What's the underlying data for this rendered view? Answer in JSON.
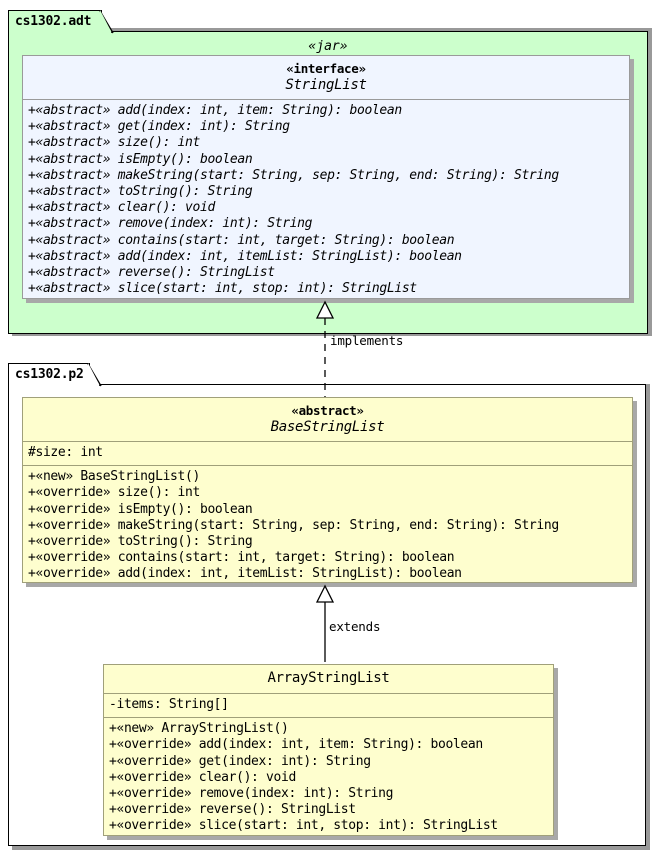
{
  "diagram": {
    "type": "uml-class-diagram",
    "colors": {
      "package_green": "#CCFFCC",
      "package_white": "#FFFFFF",
      "interface_fill": "#F0F5FF",
      "class_fill": "#FEFECE",
      "border": "#000000",
      "class_border": "#A0A07A",
      "shadow": "#999999"
    }
  },
  "packages": [
    {
      "name": "cs1302.adt",
      "stereotype": "«jar»",
      "fill": "green"
    },
    {
      "name": "cs1302.p2",
      "stereotype": "",
      "fill": "white"
    }
  ],
  "interface": {
    "stereotype": "«interface»",
    "name": "StringList",
    "methods": [
      "+«abstract» add(index: int, item: String): boolean",
      "+«abstract» get(index: int): String",
      "+«abstract» size(): int",
      "+«abstract» isEmpty(): boolean",
      "+«abstract» makeString(start: String, sep: String, end: String): String",
      "+«abstract» toString(): String",
      "+«abstract» clear(): void",
      "+«abstract» remove(index: int): String",
      "+«abstract» contains(start: int, target: String): boolean",
      "+«abstract» add(index: int, itemList: StringList): boolean",
      "+«abstract» reverse(): StringList",
      "+«abstract» slice(start: int, stop: int): StringList"
    ]
  },
  "base_class": {
    "stereotype": "«abstract»",
    "name": "BaseStringList",
    "fields": [
      "#size: int"
    ],
    "methods": [
      "+«new» BaseStringList()",
      "+«override» size(): int",
      "+«override» isEmpty(): boolean",
      "+«override» makeString(start: String, sep: String, end: String): String",
      "+«override» toString(): String",
      "+«override» contains(start: int, target: String): boolean",
      "+«override» add(index: int, itemList: StringList): boolean"
    ]
  },
  "concrete_class": {
    "stereotype": "",
    "name": "ArrayStringList",
    "fields": [
      "-items: String[]"
    ],
    "methods": [
      "+«new» ArrayStringList()",
      "+«override» add(index: int, item: String): boolean",
      "+«override» get(index: int): String",
      "+«override» clear(): void",
      "+«override» remove(index: int): String",
      "+«override» reverse(): StringList",
      "+«override» slice(start: int, stop: int): StringList"
    ]
  },
  "relationships": [
    {
      "label": "implements",
      "style": "dashed",
      "arrow": "hollow-triangle",
      "from": "BaseStringList",
      "to": "StringList"
    },
    {
      "label": "extends",
      "style": "solid",
      "arrow": "hollow-triangle",
      "from": "ArrayStringList",
      "to": "BaseStringList"
    }
  ]
}
